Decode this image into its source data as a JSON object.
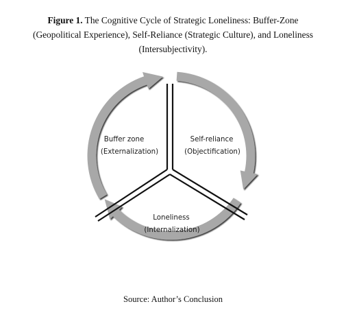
{
  "caption": {
    "figure_label": "Figure 1.",
    "line1": "The Cognitive Cycle of Strategic Loneliness: Buffer-Zone",
    "line2": "(Geopolitical Experience), Self-Reliance (Strategic Culture), and Loneliness",
    "line3": "(Intersubjectivity)."
  },
  "segments": [
    {
      "title": "Buffer zone",
      "subtitle": "(Externalization)"
    },
    {
      "title": "Self-reliance",
      "subtitle": "(Objectification)"
    },
    {
      "title": "Loneliness",
      "subtitle": "(Internalization)"
    }
  ],
  "source": "Source: Author’s Conclusion",
  "colors": {
    "arrow_gray": "#a8a8a8",
    "arrow_shadow": "#1a1a1a",
    "divider": "#111111"
  }
}
